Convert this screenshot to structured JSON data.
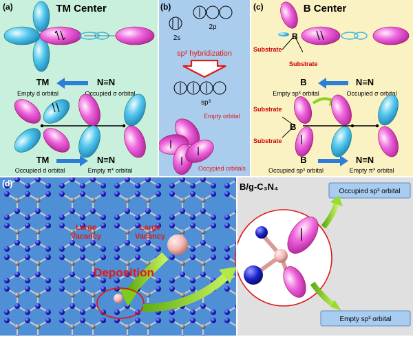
{
  "panel_a": {
    "tag": "(a)",
    "title": "TM Center",
    "tm_label_1": "TM",
    "nn_label_1": "N≡N",
    "caption_left_1": "Empty d orbital",
    "caption_right_1": "Occupied σ orbital",
    "tm_label_2": "TM",
    "nn_label_2": "N≡N",
    "caption_left_2": "Occupied d orbital",
    "caption_right_2": "Empty π* orbital"
  },
  "panel_b": {
    "tag": "(b)",
    "label_2s": "2s",
    "label_2p": "2p",
    "hybrid_title": "sp³ hybridization",
    "label_sp3": "sp³",
    "empty_orbital": "Empty orbital",
    "occupied_orbitals": "Occypied orbitals"
  },
  "panel_c": {
    "tag": "(c)",
    "title": "B Center",
    "b_atom_1": "B",
    "substrate_1": "Substrate",
    "substrate_2": "Substrate",
    "b_label_1": "B",
    "nn_label_1": "N≡N",
    "caption_left_1": "Empty sp³ orbital",
    "caption_right_1": "Occupied σ orbital",
    "substrate_3": "Substrate",
    "substrate_4": "Substrate",
    "b_atom_2": "B",
    "b_label_2": "B",
    "nn_label_2": "N≡N",
    "caption_left_2": "Occupied sp³ orbital",
    "caption_right_2": "Empty π* orbital"
  },
  "panel_d": {
    "tag": "(d)",
    "vacancy_1": [
      "Large",
      "Vacancy"
    ],
    "vacancy_2": [
      "Large",
      "Vacancy"
    ],
    "deposition": "Deposition"
  },
  "panel_e": {
    "title": "B/g-C₃N₄",
    "occupied_box": "Occupied sp³ orbital",
    "empty_box": "Empty sp³ orbital"
  },
  "colors": {
    "bg_a": "#c9f0dc",
    "bg_b": "#aacdee",
    "bg_c": "#fbf2c4",
    "bg_d": "#4f8fd6",
    "bg_e": "#e0e0e0",
    "magenta": "#ee66dd",
    "cyan": "#55c8ee",
    "red": "#e01818",
    "nitrogen": "#1a22cc",
    "carbon": "#8a8a8a",
    "boron": "#f4b7b3",
    "green_arrow": "#8ad21f",
    "blue_arrow": "#2b7fd6"
  }
}
